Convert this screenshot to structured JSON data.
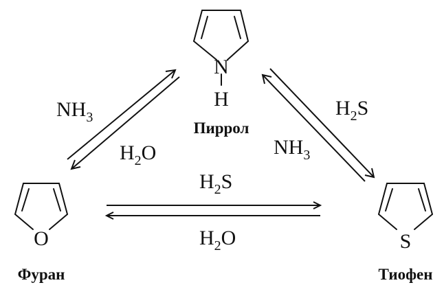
{
  "molecules": {
    "pyrrole": {
      "name": "Пиррол",
      "heteroatom": "N",
      "hydrogen": "H"
    },
    "furan": {
      "name": "Фуран",
      "heteroatom": "O"
    },
    "thiophene": {
      "name": "Тиофен",
      "heteroatom": "S"
    }
  },
  "reactions": {
    "furan_to_pyrrole": {
      "base": "NH",
      "subscript": "3"
    },
    "pyrrole_to_furan": {
      "base": "H",
      "subscript": "2",
      "rest": "O"
    },
    "pyrrole_to_thiophene": {
      "base": "H",
      "subscript": "2",
      "rest": "S"
    },
    "thiophene_to_pyrrole": {
      "base": "NH",
      "subscript": "3"
    },
    "furan_to_thiophene": {
      "base": "H",
      "subscript": "2",
      "rest": "S"
    },
    "thiophene_to_furan": {
      "base": "H",
      "subscript": "2",
      "rest": "O"
    }
  }
}
